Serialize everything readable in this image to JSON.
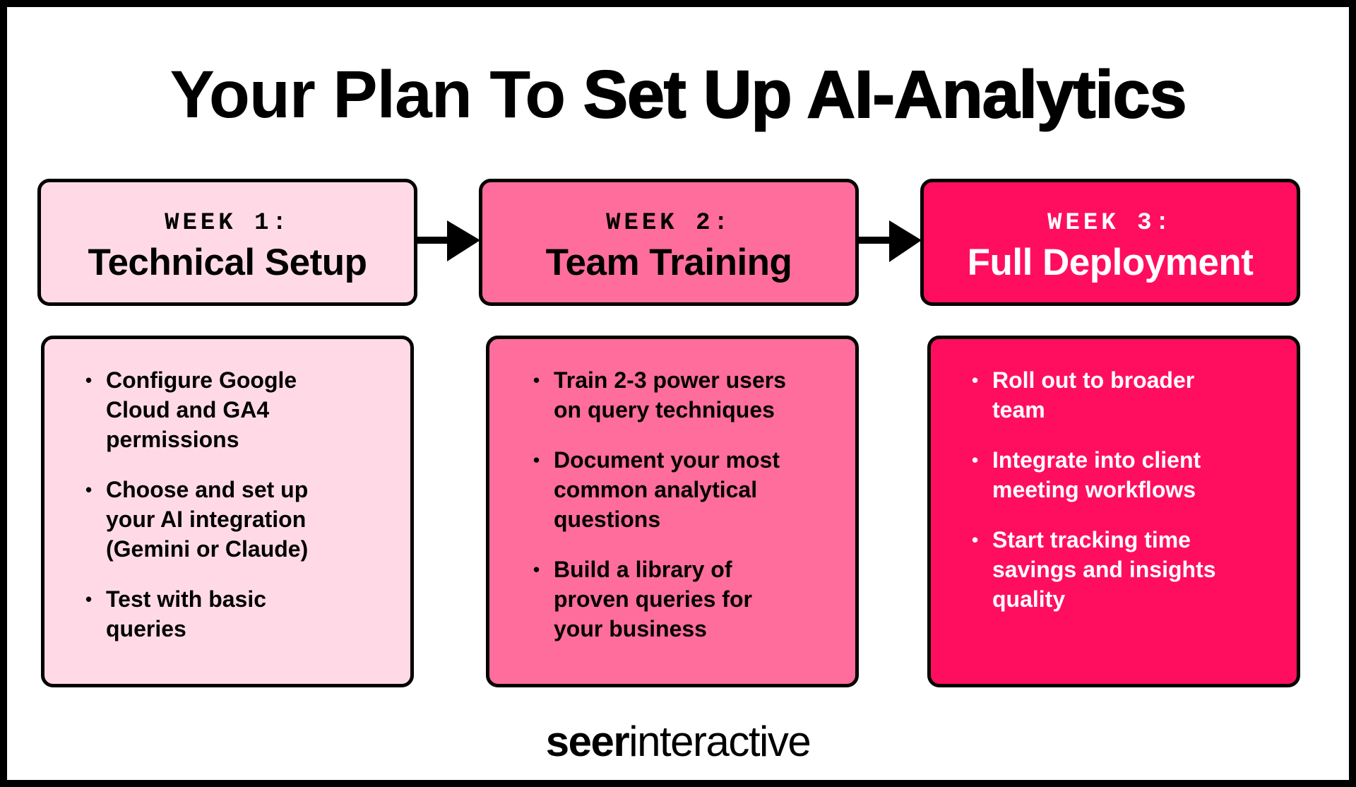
{
  "title": {
    "part1": "Your Plan To ",
    "part2": "Set Up AI-Analytics"
  },
  "colors": {
    "week1": "#FFDAE6",
    "week2": "#FF6D9C",
    "week3": "#FF0E5F",
    "border": "#000000",
    "text_dark": "#000000",
    "text_light": "#FFFFFF"
  },
  "weeks": [
    {
      "label": "WEEK 1:",
      "title": "Technical Setup",
      "items": [
        "Configure Google\nCloud and GA4\npermissions",
        "Choose and set up\nyour AI integration\n(Gemini or Claude)",
        "Test with basic\nqueries"
      ]
    },
    {
      "label": "WEEK 2:",
      "title": "Team Training",
      "items": [
        "Train 2-3 power users\non query techniques",
        "Document your most\ncommon analytical\nquestions",
        "Build a library of\nproven queries for\nyour business"
      ]
    },
    {
      "label": "WEEK 3:",
      "title": "Full Deployment",
      "items": [
        "Roll out to broader\nteam",
        "Integrate into client\nmeeting workflows",
        "Start tracking time\nsavings and insights\nquality"
      ]
    }
  ],
  "bullet_glyph": "•",
  "icons": {
    "arrow": "arrow-right-icon"
  },
  "logo": {
    "bold": "seer",
    "regular": "interactive"
  }
}
